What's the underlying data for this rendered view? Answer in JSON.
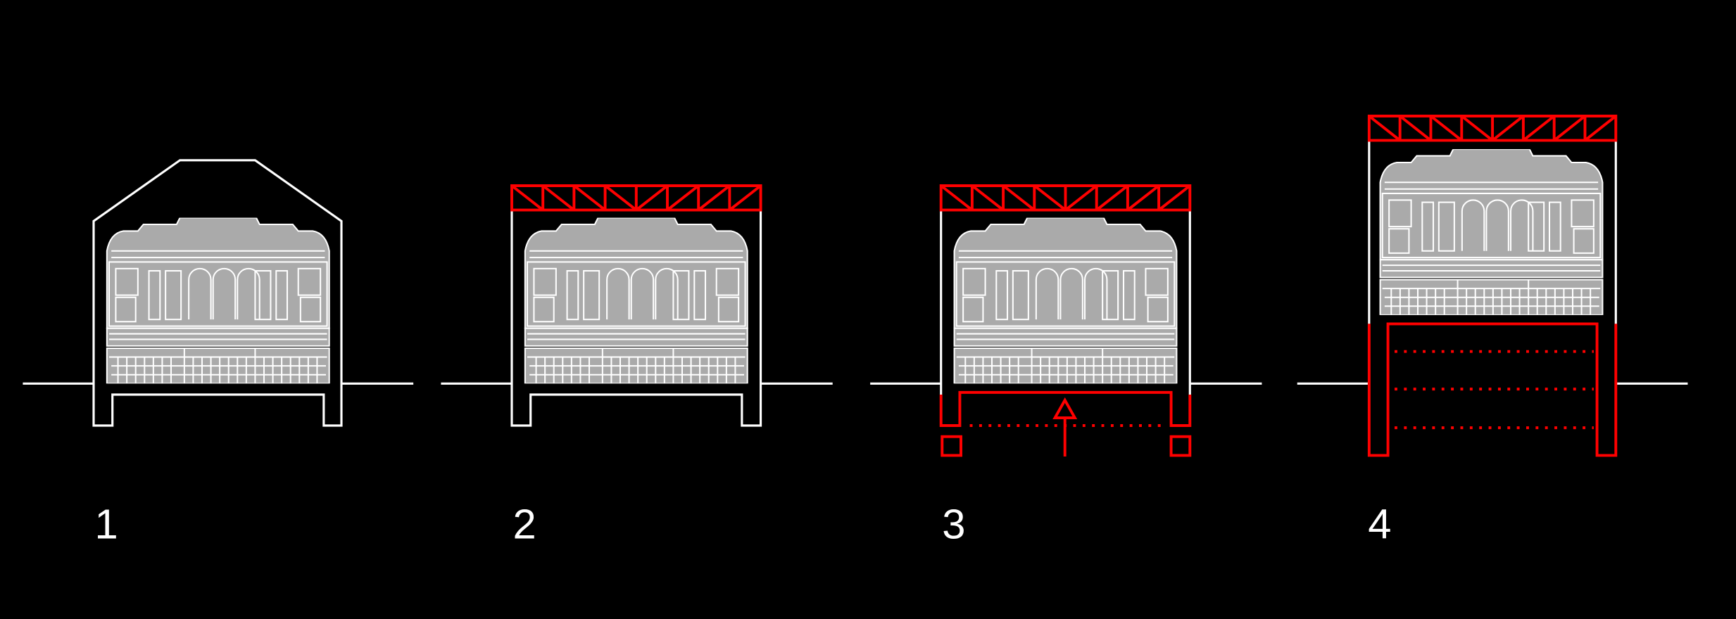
{
  "steps": [
    {
      "label": "1"
    },
    {
      "label": "2"
    },
    {
      "label": "3"
    },
    {
      "label": "4"
    }
  ],
  "colors": {
    "background": "#000000",
    "existing": "#ffffff",
    "new_structure": "#ff0000",
    "building_fill": "#aaaaaa"
  }
}
